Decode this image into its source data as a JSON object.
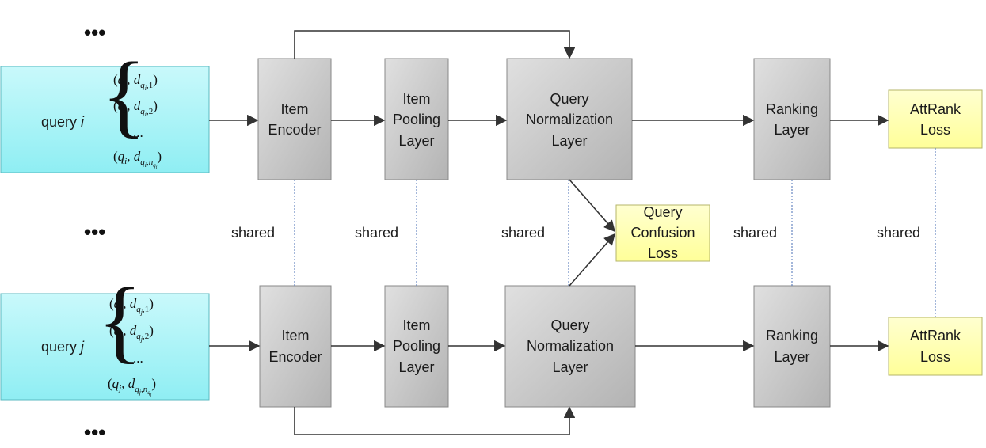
{
  "ellipsis": "•••",
  "shared_label": "shared",
  "query_i": {
    "label": "query",
    "var": "i",
    "pairs": [
      "(q",
      "i",
      ", d",
      "q",
      "i",
      ",1",
      ")"
    ],
    "dots": "..."
  },
  "query_j": {
    "label": "query",
    "var": "j",
    "dots": "..."
  },
  "modules": {
    "item_encoder": [
      "Item",
      "Encoder"
    ],
    "item_pooling": [
      "Item",
      "Pooling",
      "Layer"
    ],
    "query_norm": [
      "Query",
      "Normalization",
      "Layer"
    ],
    "ranking": [
      "Ranking",
      "Layer"
    ],
    "attrank_loss": [
      "AttRank",
      "Loss"
    ],
    "query_confusion_loss": [
      "Query",
      "Confusion",
      "Loss"
    ]
  },
  "colors": {
    "query_box": "#b8f5f8",
    "module_box": "#c8c8c8",
    "loss_box": "#ffffb3",
    "dashed_line": "#4a6fb5"
  }
}
